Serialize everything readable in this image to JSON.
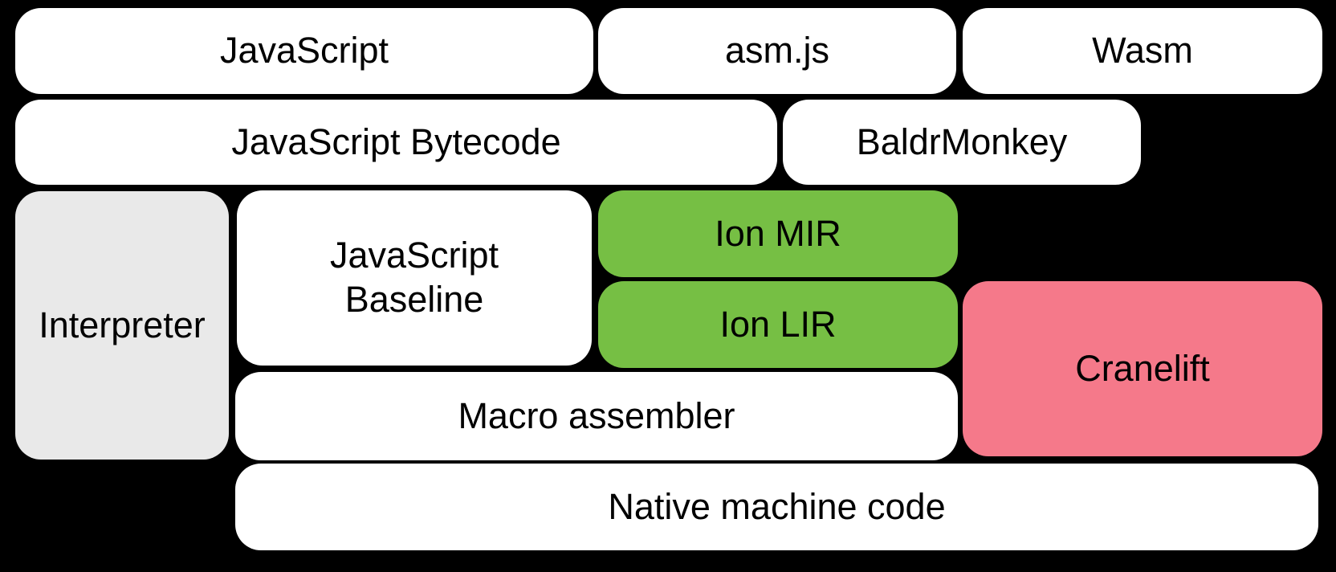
{
  "diagram": {
    "background": "#000000",
    "text_color": "#000000",
    "colors": {
      "box_default": "#ffffff",
      "interpreter_box": "#e9e9e9",
      "ion_boxes": "#76bf44",
      "cranelift_box": "#f5798a"
    },
    "boxes": [
      {
        "id": "javascript",
        "label": "JavaScript"
      },
      {
        "id": "asmjs",
        "label": "asm.js"
      },
      {
        "id": "wasm",
        "label": "Wasm"
      },
      {
        "id": "javascript-bytecode",
        "label": "JavaScript Bytecode"
      },
      {
        "id": "baldrmonkey",
        "label": "BaldrMonkey"
      },
      {
        "id": "interpreter",
        "label": "Interpreter"
      },
      {
        "id": "javascript-baseline",
        "label": "JavaScript Baseline"
      },
      {
        "id": "ion-mir",
        "label": "Ion MIR"
      },
      {
        "id": "ion-lir",
        "label": "Ion LIR"
      },
      {
        "id": "cranelift",
        "label": "Cranelift"
      },
      {
        "id": "macro-assembler",
        "label": "Macro assembler"
      },
      {
        "id": "native-machine-code",
        "label": "Native machine code"
      }
    ]
  }
}
